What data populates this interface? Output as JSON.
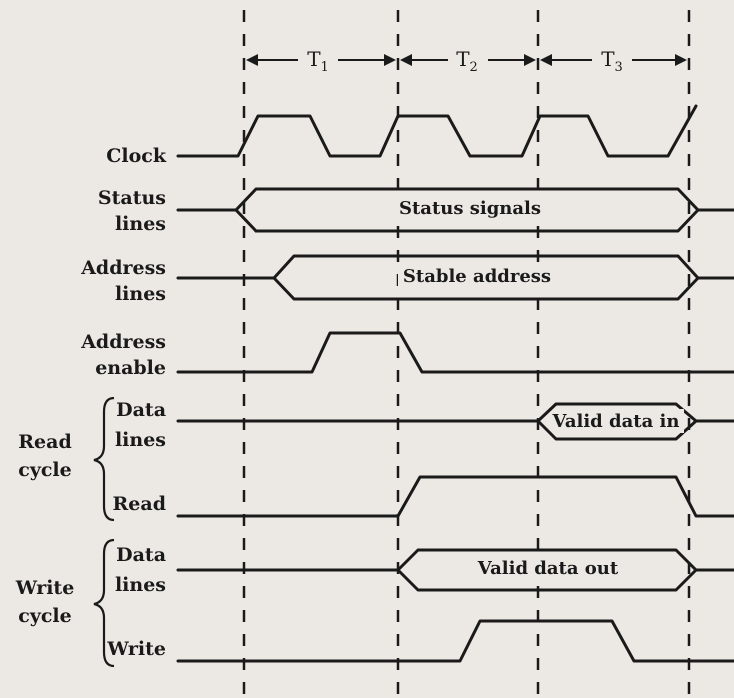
{
  "periods": [
    {
      "letter": "T",
      "sub": "1"
    },
    {
      "letter": "T",
      "sub": "2"
    },
    {
      "letter": "T",
      "sub": "3"
    }
  ],
  "signals": {
    "clock": "Clock",
    "status": [
      "Status",
      "lines"
    ],
    "address": [
      "Address",
      "lines"
    ],
    "address_enable": [
      "Address",
      "enable"
    ],
    "read_data": [
      "Data",
      "lines"
    ],
    "read": "Read",
    "write_data": [
      "Data",
      "lines"
    ],
    "write": "Write"
  },
  "groups": {
    "read_cycle": [
      "Read",
      "cycle"
    ],
    "write_cycle": [
      "Write",
      "cycle"
    ]
  },
  "bus_labels": {
    "status": "Status signals",
    "address": "Stable address",
    "read_data": "Valid data in",
    "write_data": "Valid data out"
  }
}
